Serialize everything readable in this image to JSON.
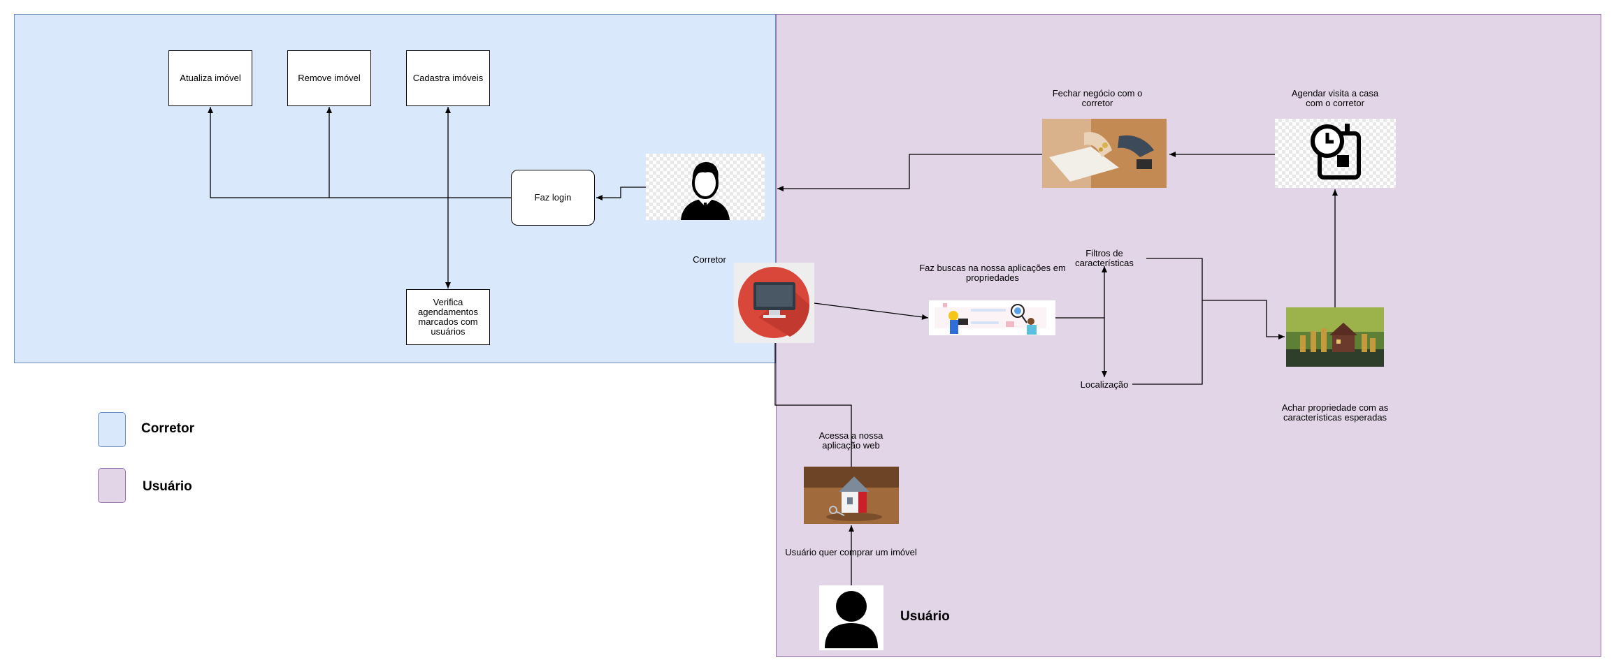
{
  "legend": {
    "corretor_label": "Corretor",
    "usuario_label": "Usuário",
    "corretor_color": "#dae8fc",
    "usuario_color": "#e1d5e7"
  },
  "corretor_area": {
    "atualiza": "Atualiza imóvel",
    "remove": "Remove imóvel",
    "cadastra": "Cadastra imóveis",
    "faz_login": "Faz login",
    "verifica": "Verifica agendamentos marcados com usuários",
    "corretor_caption": "Corretor"
  },
  "usuario_area": {
    "fechar_negocio": "Fechar negócio com o corretor",
    "agendar_visita": "Agendar visita a casa com o corretor",
    "faz_buscas": "Faz buscas na nossa aplicações em propriedades",
    "filtros": "Filtros de características",
    "localizacao": "Localização",
    "achar_propriedade": "Achar propriedade com as características esperadas",
    "acessa": "Acessa a nossa aplicação web",
    "quer_comprar": "Usuário quer comprar um imóvel",
    "usuario_caption": "Usuário"
  },
  "icons": {
    "corretor_avatar": "businessman-icon",
    "computer": "monitor-icon",
    "handshake_photo": "deal-photo",
    "schedule": "clock-calendar-icon",
    "search_illustration": "search-illustration",
    "house_coins": "house-coins-photo",
    "house_keys": "house-keys-photo",
    "user_avatar": "user-icon"
  }
}
